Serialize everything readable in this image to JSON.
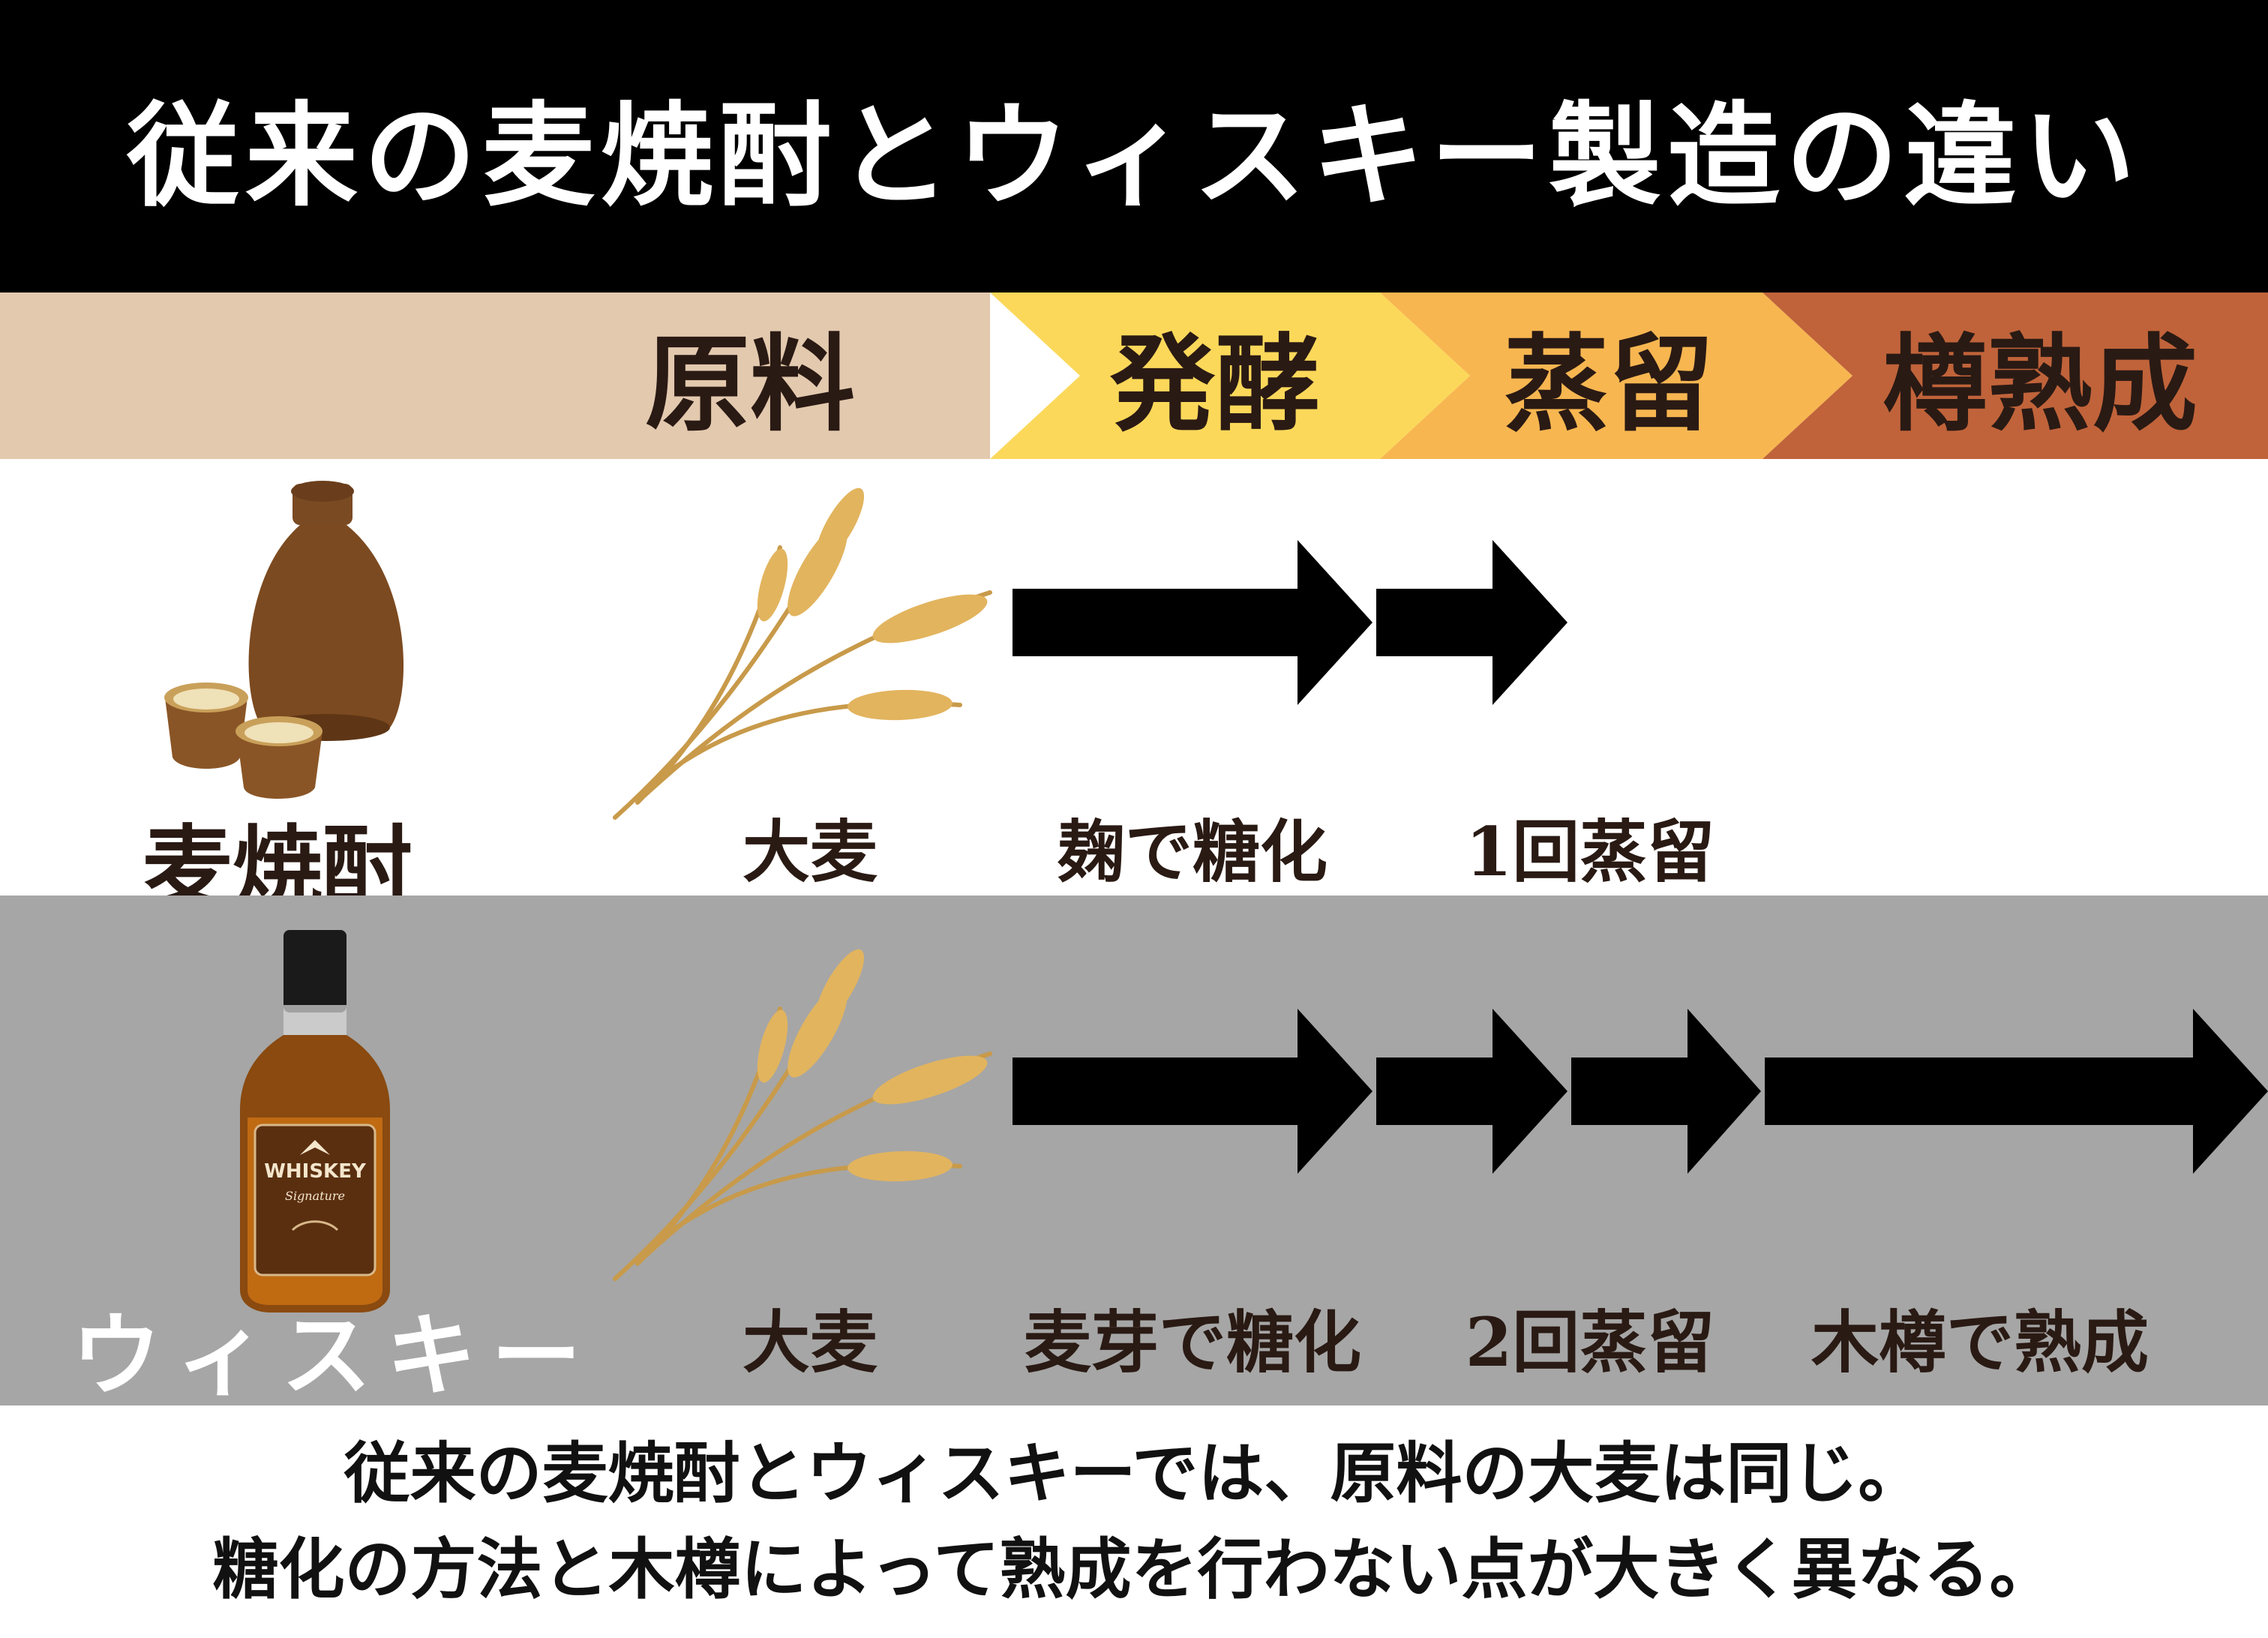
{
  "title": "従来の麦焼酎とウィスキー製造の違い",
  "colors": {
    "title_bg": "#000000",
    "stage_raw": "#e3c9ae",
    "stage_ferment": "#fcd85a",
    "stage_distill": "#f7b650",
    "stage_aging": "#c0633a",
    "whisky_row_bg": "#a6a6a6",
    "arrow": "#000000"
  },
  "stages": [
    "原料",
    "発酵",
    "蒸留",
    "樽熟成"
  ],
  "shochu": {
    "name": "麦焼酎",
    "icon": "shochu-bottle-cups-icon",
    "raw": "大麦",
    "saccharification": "麹で糖化",
    "distillation": "1回蒸留"
  },
  "whisky": {
    "name": "ウィスキー",
    "icon": "whisky-bottle-icon",
    "bottle_label": "WHISKEY",
    "bottle_sub": "Signature",
    "raw": "大麦",
    "saccharification": "麦芽で糖化",
    "distillation": "2回蒸留",
    "aging": "木樽で熟成"
  },
  "summary": {
    "line1": "従来の麦焼酎とウィスキーでは、原料の大麦は同じ。",
    "line2": "糖化の方法と木樽によって熟成を行わない点が大きく異なる。"
  }
}
